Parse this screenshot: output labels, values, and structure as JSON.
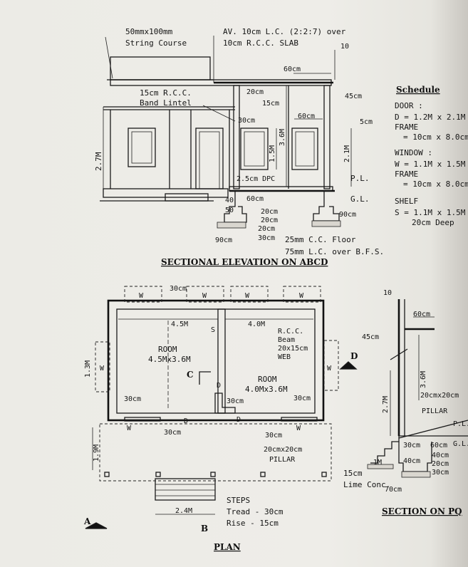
{
  "elevation": {
    "title": "SECTIONAL ELEVATION ON ABCD",
    "string_course": "50mmx100mm",
    "string_course_2": "String Course",
    "slab_1": "AV. 10cm L.C. (2:2:7) over",
    "slab_2": "10cm R.C.C. SLAB",
    "band_1": "15cm R.C.C.",
    "band_2": "Band Lintel",
    "d60": "60cm",
    "d20": "20cm",
    "d15": "15cm",
    "d45": "45cm",
    "d10": "10",
    "d30": "30cm",
    "d60b": "60cm",
    "d5": "5cm",
    "h27": "2.7M",
    "h15": "1.5M",
    "h36": "3.6M",
    "h21": "2.1M",
    "dpc": "2.5cm DPC",
    "pl": "P.L.",
    "gl": "G.L.",
    "f40": "40",
    "f60": "60cm",
    "f50": "50",
    "f20a": "20cm",
    "f20b": "20cm",
    "f20c": "20cm",
    "f30": "30cm",
    "f90a": "90cm",
    "f90b": "90cm",
    "floor": "25mm C.C. Floor",
    "bfs": "75mm L.C. over B.F.S."
  },
  "schedule": {
    "title": "Schedule",
    "door": "DOOR :",
    "door_d": "D = 1.2M x 2.1M",
    "door_frame": "FRAME",
    "door_frame_v": "= 10cm x 8.0cm",
    "window": "WINDOW :",
    "window_w": "W = 1.1M x 1.5M",
    "window_frame": "FRAME",
    "window_frame_v": "= 10cm x 8.0cm",
    "shelf": "SHELF",
    "shelf_s": "S = 1.1M x 1.5M",
    "shelf_deep": "20cm Deep"
  },
  "plan": {
    "title": "PLAN",
    "w": "W",
    "d": "D",
    "s": "S",
    "c": "C",
    "a": "A",
    "b": "B",
    "d30top": "30cm",
    "d45": "4.5M",
    "d40": "4.0M",
    "room1": "ROOM",
    "room1_size": "4.5Mx3.6M",
    "room2": "ROOM",
    "room2_size": "4.0Mx3.6M",
    "beam1": "R.C.C.",
    "beam2": "Beam",
    "beam3": "20x15cm",
    "beam4": "WEB",
    "left_h": "1.3M",
    "w30a": "30cm",
    "w30b": "30cm",
    "w30c": "30cm",
    "w30d": "30cm",
    "w30e": "30cm",
    "ver19": "1.9M",
    "pillar1": "20cmx20cm",
    "pillar2": "PILLAR",
    "steps": "STEPS",
    "tread": "Tread - 30cm",
    "rise": "Rise - 15cm",
    "d24": "2.4M"
  },
  "section_pq": {
    "title": "SECTION ON PQ",
    "d10": "10",
    "d60": "60cm",
    "d45": "45cm",
    "h36": "3.6M",
    "h27": "2.7M",
    "pillar1": "20cmx20cm",
    "pillar2": "PILLAR",
    "pl": "P.L.",
    "f30": "30cm",
    "f60": "60cm",
    "gl": "G.L.",
    "f40a": "40cm",
    "f40b": "40cm",
    "f20": "20cm",
    "f30b": "30cm",
    "f1m": "1M",
    "f15": "15cm",
    "lime": "Lime Conc.",
    "f70": "70cm"
  }
}
